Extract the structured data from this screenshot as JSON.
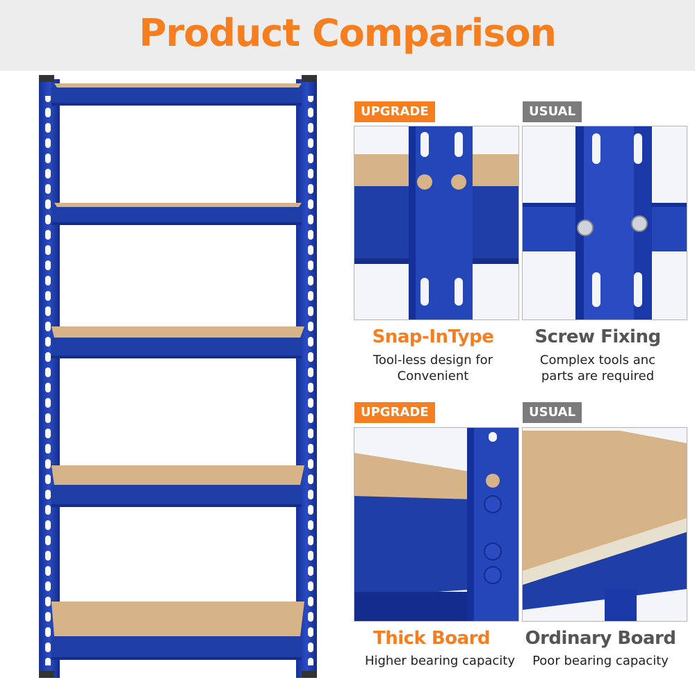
{
  "colors": {
    "accent_orange": "#f57f20",
    "usual_gray": "#7b7b7b",
    "steel_blue": "#1f3ea6",
    "board": "#d7b488"
  },
  "header": {
    "title": "Product Comparison"
  },
  "comparisons": [
    {
      "upgrade": {
        "badge": "UPGRADE",
        "title": "Snap-InType",
        "desc_line1": "Tool-less design for",
        "desc_line2": "Convenient"
      },
      "usual": {
        "badge": "USUAL",
        "title": "Screw Fixing",
        "desc_line1": "Complex tools anc",
        "desc_line2": "parts are required"
      }
    },
    {
      "upgrade": {
        "badge": "UPGRADE",
        "title": "Thick Board",
        "desc_line1": "Higher bearing capacity"
      },
      "usual": {
        "badge": "USUAL",
        "title": "Ordinary Board",
        "desc_line1": "Poor  bearing capacity"
      }
    }
  ]
}
